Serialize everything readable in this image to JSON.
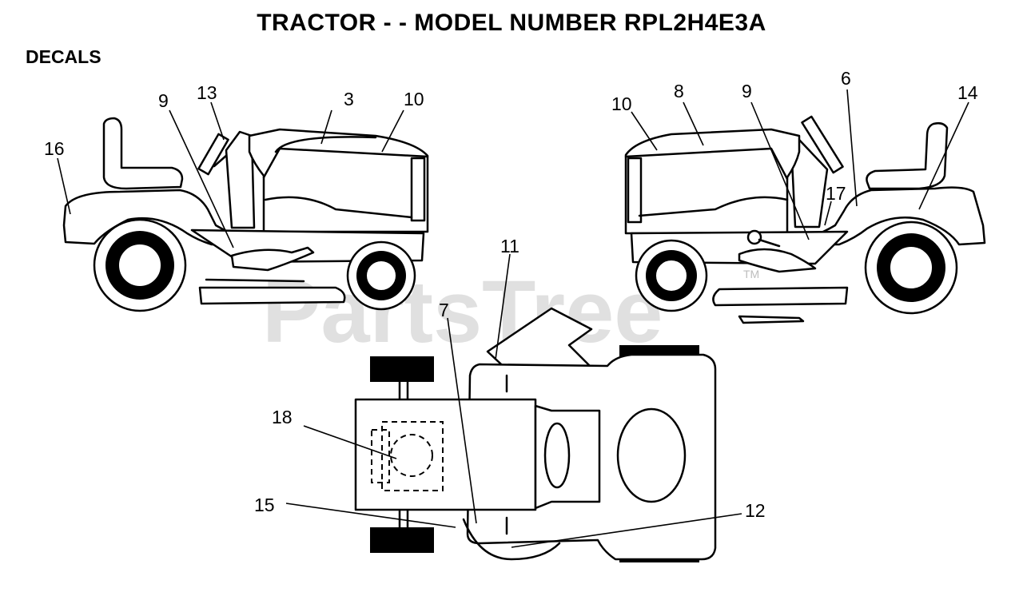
{
  "title": "TRACTOR - - MODEL NUMBER RPL2H4E3A",
  "section_label": "DECALS",
  "watermark": "PartsTree",
  "watermark_tm": "TM",
  "callouts": {
    "left_view": {
      "c16": "16",
      "c9": "9",
      "c13": "13",
      "c3": "3",
      "c10": "10"
    },
    "right_view": {
      "c10": "10",
      "c8": "8",
      "c9": "9",
      "c6": "6",
      "c14": "14",
      "c17": "17"
    },
    "top_view": {
      "c11": "11",
      "c7": "7",
      "c18": "18",
      "c15": "15",
      "c12": "12"
    }
  }
}
